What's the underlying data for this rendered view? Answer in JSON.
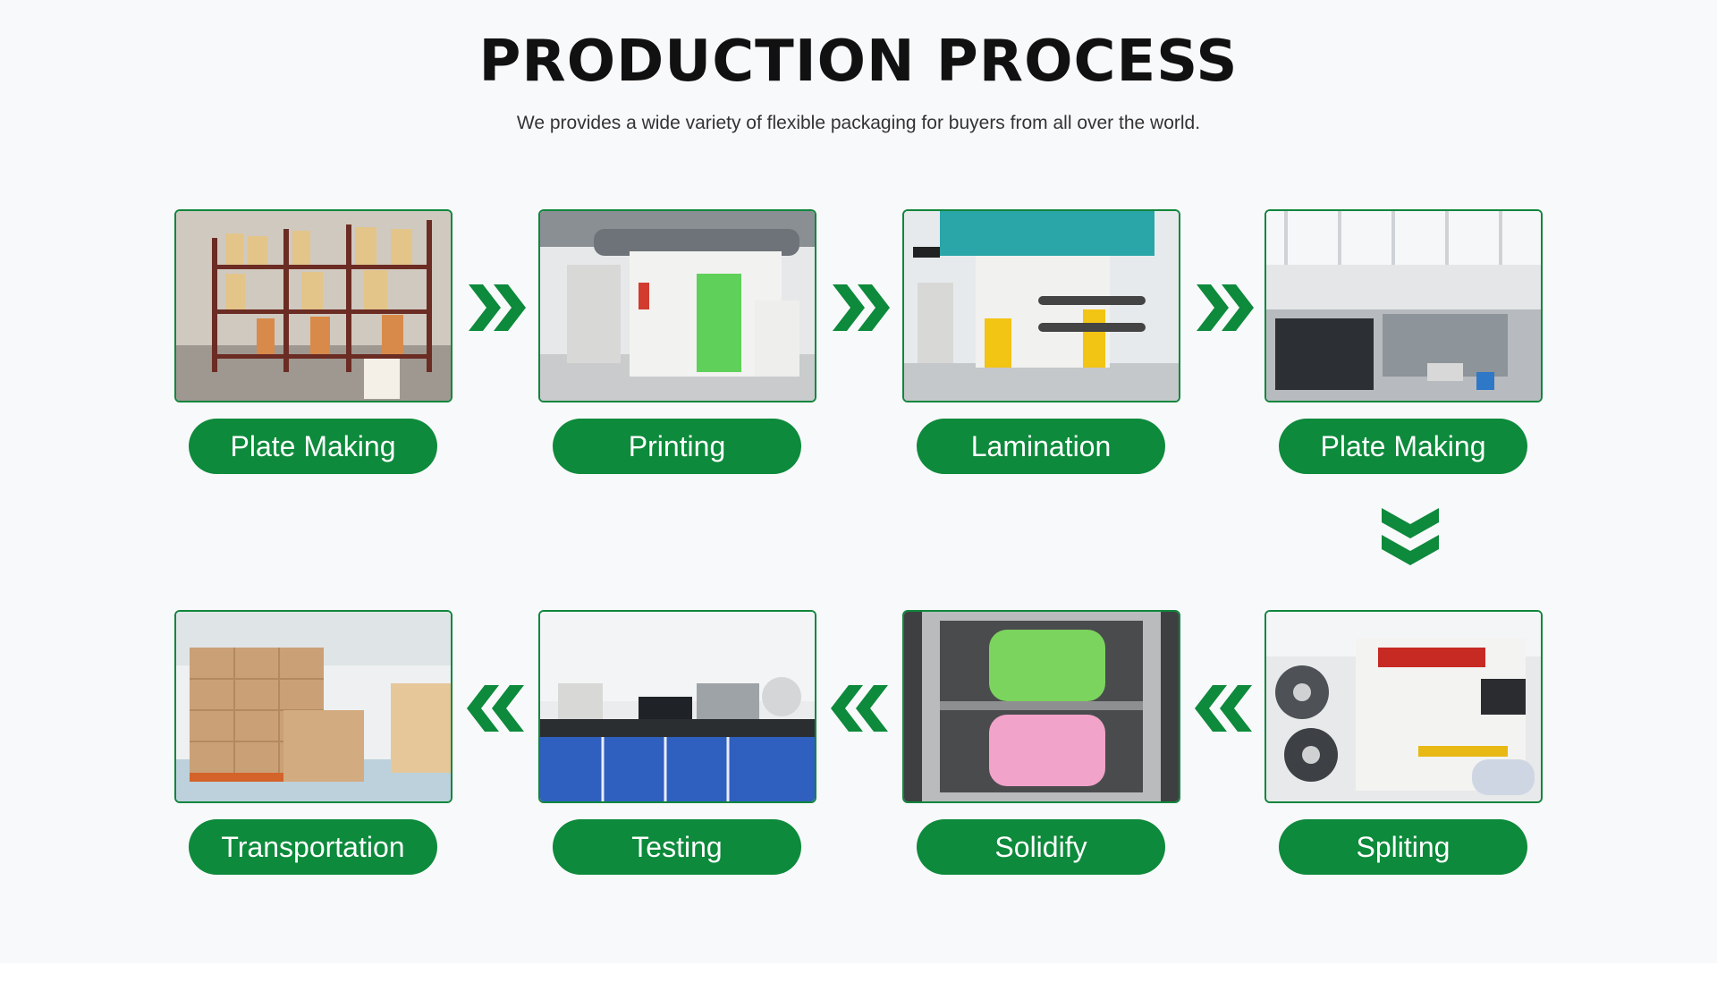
{
  "page": {
    "title": "PRODUCTION PROCESS",
    "subtitle": "We provides a wide variety of flexible packaging for buyers from all over the world."
  },
  "colors": {
    "accent": "#0d8a3b",
    "background": "#f8f9fb",
    "title": "#111111"
  },
  "steps": [
    {
      "label": "Plate Making",
      "image": "warehouse-rolls-photo"
    },
    {
      "label": "Printing",
      "image": "printing-machine-photo"
    },
    {
      "label": "Lamination",
      "image": "lamination-machine-photo"
    },
    {
      "label": "Plate Making",
      "image": "factory-hall-photo"
    },
    {
      "label": "Spliting",
      "image": "splitting-machine-photo"
    },
    {
      "label": "Solidify",
      "image": "curing-rolls-photo"
    },
    {
      "label": "Testing",
      "image": "test-lab-photo"
    },
    {
      "label": "Transportation",
      "image": "cartons-photo"
    }
  ],
  "arrows": [
    "chevron-right-icon",
    "chevron-down-icon",
    "chevron-left-icon"
  ]
}
